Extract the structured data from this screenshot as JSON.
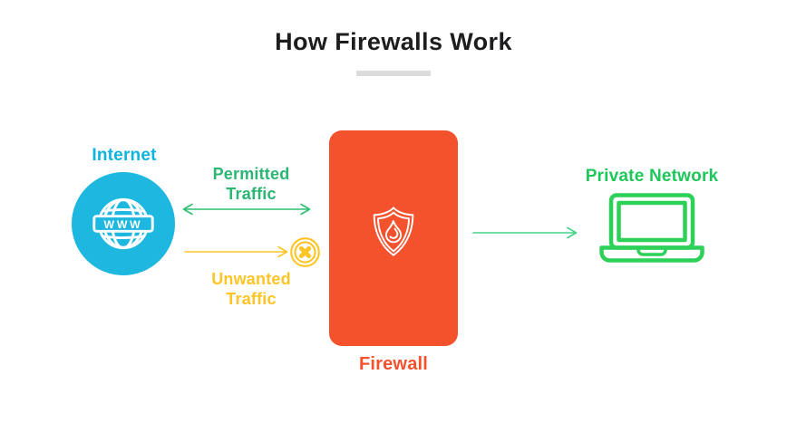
{
  "title": "How Firewalls Work",
  "nodes": {
    "internet": {
      "label": "Internet",
      "globe_text": "WWW",
      "icon": "www-globe-icon"
    },
    "firewall": {
      "label": "Firewall",
      "icon": "shield-flame-icon"
    },
    "private_network": {
      "label": "Private Network",
      "icon": "laptop-icon"
    }
  },
  "flows": {
    "permitted": {
      "label": "Permitted Traffic",
      "icon": "double-arrow-icon",
      "direction": "both"
    },
    "unwanted": {
      "label": "Unwanted Traffic",
      "icon": "blocked-cross-icon",
      "direction": "right-blocked"
    },
    "to_private": {
      "icon": "right-arrow-icon",
      "direction": "right"
    }
  },
  "colors": {
    "cyan": "#1db7e0",
    "green": "#2bb673",
    "light_green": "#2ed158",
    "arrow_green": "#45d389",
    "yellow": "#ffc425",
    "orange": "#f4522d",
    "title_text": "#1d1d1f",
    "divider_gray": "#dcdcdc",
    "background": "#ffffff"
  }
}
